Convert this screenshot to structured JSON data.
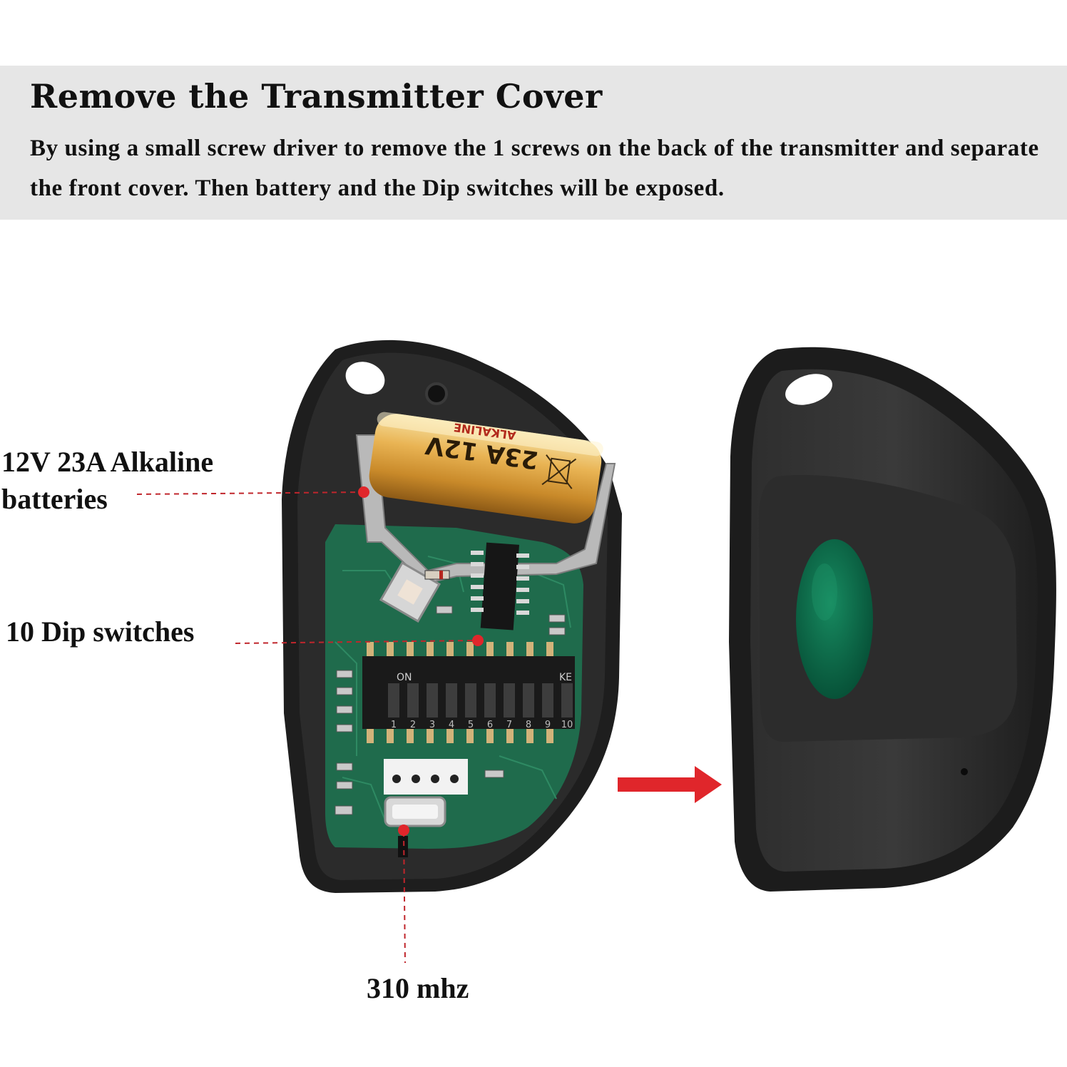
{
  "header": {
    "title": "Remove the Transmitter Cover",
    "description": "By using a small screw driver to remove the 1 screws on the back of the transmitter and separate the front cover. Then battery and the Dip switches will be exposed."
  },
  "callouts": {
    "battery": "12V 23A Alkaline batteries",
    "dip_switches": "10 Dip switches",
    "frequency": "310 mhz"
  },
  "battery_print": {
    "model": "23A 12V",
    "brand": "ALKALINE"
  },
  "dip_block": {
    "on_label": "ON",
    "ke_label": "KE",
    "numbers": [
      "1",
      "2",
      "3",
      "4",
      "5",
      "6",
      "7",
      "8",
      "9",
      "10"
    ]
  },
  "colors": {
    "banner_bg": "#e6e6e6",
    "callout_line": "#c0262c",
    "arrow": "#e0262b",
    "pcb_green": "#1f6b4c",
    "button_green": "#0b6b4a",
    "case_black": "#262626"
  },
  "icons": [
    "arrow-right-icon",
    "crossed-bin-icon"
  ]
}
